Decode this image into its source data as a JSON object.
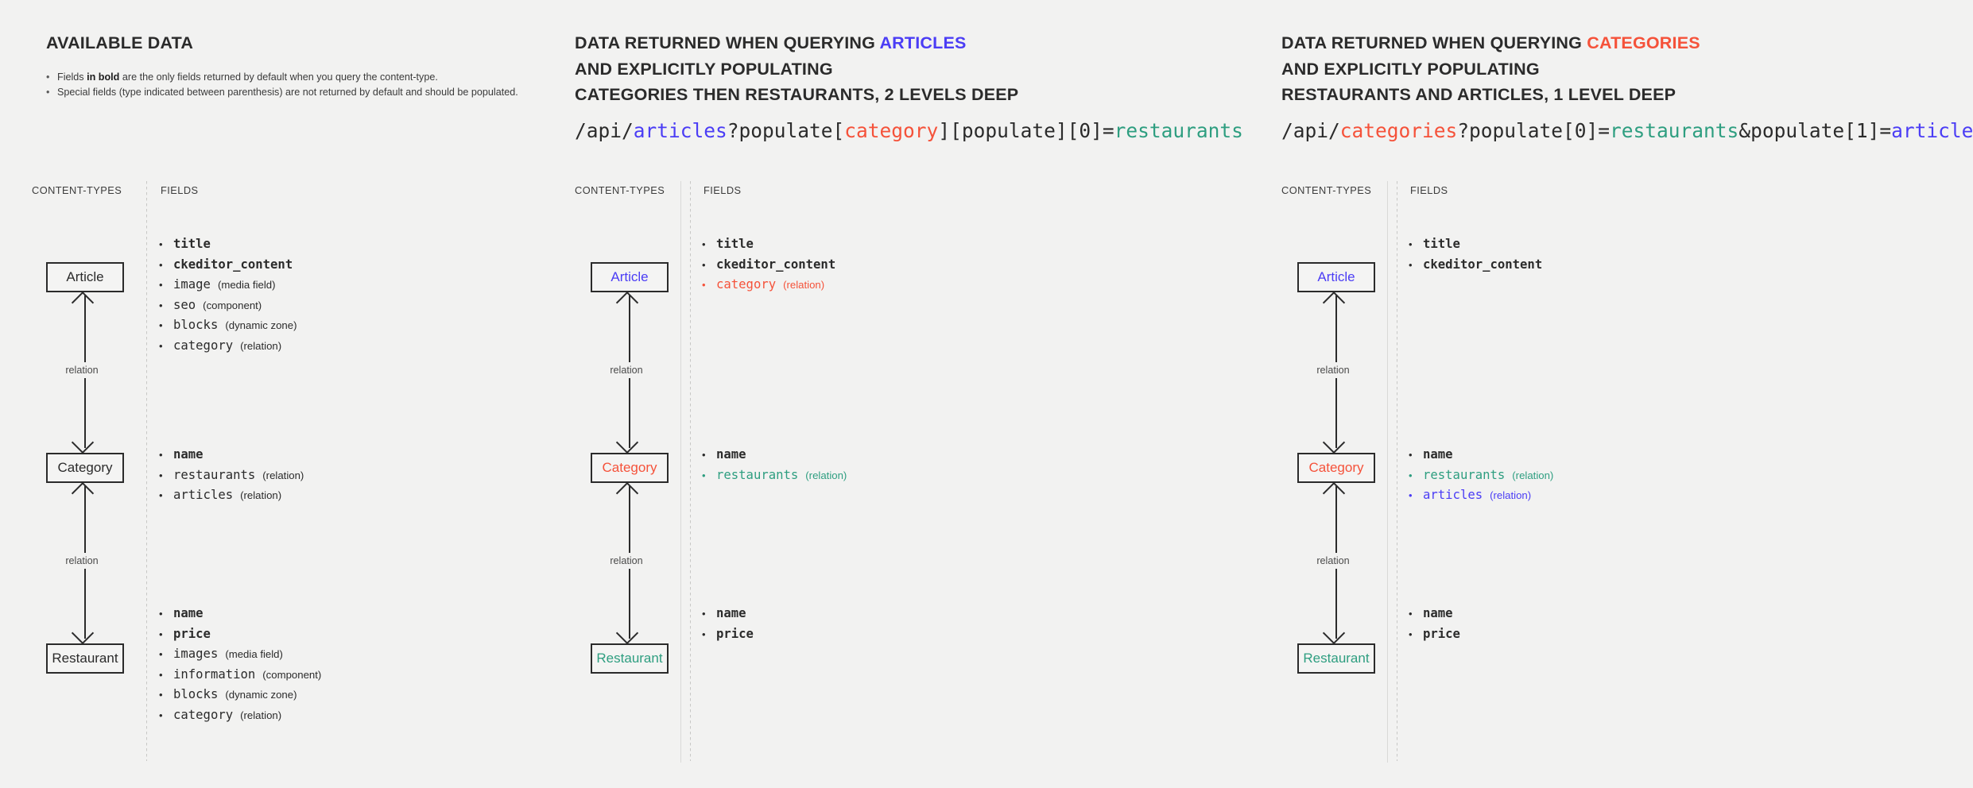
{
  "colors": {
    "blue": "#4b3df5",
    "red": "#f5523a",
    "teal": "#2e9e80",
    "dark": "#2b2b2b",
    "muted": "#4a4a4a",
    "background": "#f2f2f1"
  },
  "panels": [
    {
      "id": "available-data",
      "title_parts": [
        {
          "text": "AVAILABLE DATA",
          "color": "dark"
        }
      ],
      "bullets": [
        [
          {
            "text": "Fields "
          },
          {
            "text": "in bold",
            "bold": true
          },
          {
            "text": " are the only fields returned by default when you query the content-type."
          }
        ],
        [
          {
            "text": "Special fields (type indicated between parenthesis) are not returned by default and should be populated."
          }
        ]
      ],
      "url_parts": [],
      "column_headers": {
        "content_types": "CONTENT-TYPES",
        "fields": "FIELDS"
      },
      "entities": [
        {
          "label": "Article",
          "color": "dark"
        },
        {
          "label": "Category",
          "color": "dark"
        },
        {
          "label": "Restaurant",
          "color": "dark"
        }
      ],
      "relations": [
        {
          "label": "relation"
        },
        {
          "label": "relation"
        }
      ],
      "field_groups": [
        {
          "entity": "Article",
          "fields": [
            {
              "name": "title",
              "type": "",
              "bold": true,
              "color": "dark"
            },
            {
              "name": "ckeditor_content",
              "type": "",
              "bold": true,
              "color": "dark"
            },
            {
              "name": "image",
              "type": "(media field)",
              "bold": false,
              "color": "dark"
            },
            {
              "name": "seo",
              "type": "(component)",
              "bold": false,
              "color": "dark"
            },
            {
              "name": "blocks",
              "type": "(dynamic zone)",
              "bold": false,
              "color": "dark"
            },
            {
              "name": "category",
              "type": "(relation)",
              "bold": false,
              "color": "dark"
            }
          ]
        },
        {
          "entity": "Category",
          "fields": [
            {
              "name": "name",
              "type": "",
              "bold": true,
              "color": "dark"
            },
            {
              "name": "restaurants",
              "type": "(relation)",
              "bold": false,
              "color": "dark"
            },
            {
              "name": "articles",
              "type": "(relation)",
              "bold": false,
              "color": "dark"
            }
          ]
        },
        {
          "entity": "Restaurant",
          "fields": [
            {
              "name": "name",
              "type": "",
              "bold": true,
              "color": "dark"
            },
            {
              "name": "price",
              "type": "",
              "bold": true,
              "color": "dark"
            },
            {
              "name": "images",
              "type": "(media field)",
              "bold": false,
              "color": "dark"
            },
            {
              "name": "information",
              "type": "(component)",
              "bold": false,
              "color": "dark"
            },
            {
              "name": "blocks",
              "type": "(dynamic zone)",
              "bold": false,
              "color": "dark"
            },
            {
              "name": "category",
              "type": "(relation)",
              "bold": false,
              "color": "dark"
            }
          ]
        }
      ]
    },
    {
      "id": "query-articles",
      "title_parts": [
        {
          "text": "DATA RETURNED WHEN QUERYING ",
          "color": "dark"
        },
        {
          "text": "ARTICLES",
          "color": "blue"
        },
        {
          "text": "\nAND EXPLICITLY POPULATING\nCATEGORIES THEN RESTAURANTS, 2 LEVELS DEEP",
          "color": "dark"
        }
      ],
      "bullets": [],
      "url_parts": [
        {
          "text": "/api/",
          "color": "dark"
        },
        {
          "text": "articles",
          "color": "blue"
        },
        {
          "text": "?populate[",
          "color": "dark"
        },
        {
          "text": "category",
          "color": "red"
        },
        {
          "text": "][populate][0]=",
          "color": "dark"
        },
        {
          "text": "restaurants",
          "color": "teal"
        }
      ],
      "column_headers": {
        "content_types": "CONTENT-TYPES",
        "fields": "FIELDS"
      },
      "entities": [
        {
          "label": "Article",
          "color": "blue"
        },
        {
          "label": "Category",
          "color": "red"
        },
        {
          "label": "Restaurant",
          "color": "teal"
        }
      ],
      "relations": [
        {
          "label": "relation"
        },
        {
          "label": "relation"
        }
      ],
      "field_groups": [
        {
          "entity": "Article",
          "fields": [
            {
              "name": "title",
              "type": "",
              "bold": true,
              "color": "dark"
            },
            {
              "name": "ckeditor_content",
              "type": "",
              "bold": true,
              "color": "dark"
            },
            {
              "name": "category",
              "type": "(relation)",
              "bold": false,
              "color": "red"
            }
          ]
        },
        {
          "entity": "Category",
          "fields": [
            {
              "name": "name",
              "type": "",
              "bold": true,
              "color": "dark"
            },
            {
              "name": "restaurants",
              "type": "(relation)",
              "bold": false,
              "color": "teal"
            }
          ]
        },
        {
          "entity": "Restaurant",
          "fields": [
            {
              "name": "name",
              "type": "",
              "bold": true,
              "color": "dark"
            },
            {
              "name": "price",
              "type": "",
              "bold": true,
              "color": "dark"
            }
          ]
        }
      ]
    },
    {
      "id": "query-categories",
      "title_parts": [
        {
          "text": "DATA RETURNED WHEN QUERYING ",
          "color": "dark"
        },
        {
          "text": "CATEGORIES",
          "color": "red"
        },
        {
          "text": "\nAND EXPLICITLY POPULATING\nRESTAURANTS AND ARTICLES, 1 LEVEL DEEP",
          "color": "dark"
        }
      ],
      "bullets": [],
      "url_parts": [
        {
          "text": "/api/",
          "color": "dark"
        },
        {
          "text": "categories",
          "color": "red"
        },
        {
          "text": "?populate[0]=",
          "color": "dark"
        },
        {
          "text": "restaurants",
          "color": "teal"
        },
        {
          "text": "&populate[1]=",
          "color": "dark"
        },
        {
          "text": "articles",
          "color": "blue"
        }
      ],
      "column_headers": {
        "content_types": "CONTENT-TYPES",
        "fields": "FIELDS"
      },
      "entities": [
        {
          "label": "Article",
          "color": "blue"
        },
        {
          "label": "Category",
          "color": "red"
        },
        {
          "label": "Restaurant",
          "color": "teal"
        }
      ],
      "relations": [
        {
          "label": "relation"
        },
        {
          "label": "relation"
        }
      ],
      "field_groups": [
        {
          "entity": "Article",
          "fields": [
            {
              "name": "title",
              "type": "",
              "bold": true,
              "color": "dark"
            },
            {
              "name": "ckeditor_content",
              "type": "",
              "bold": true,
              "color": "dark"
            }
          ]
        },
        {
          "entity": "Category",
          "fields": [
            {
              "name": "name",
              "type": "",
              "bold": true,
              "color": "dark"
            },
            {
              "name": "restaurants",
              "type": "(relation)",
              "bold": false,
              "color": "teal"
            },
            {
              "name": "articles",
              "type": "(relation)",
              "bold": false,
              "color": "blue"
            }
          ]
        },
        {
          "entity": "Restaurant",
          "fields": [
            {
              "name": "name",
              "type": "",
              "bold": true,
              "color": "dark"
            },
            {
              "name": "price",
              "type": "",
              "bold": true,
              "color": "dark"
            }
          ]
        }
      ]
    }
  ],
  "layout": {
    "entity_tops": [
      330,
      570,
      810
    ],
    "field_group_tops": [
      295,
      560,
      760
    ],
    "relation_tops": [
      372,
      612
    ],
    "relation_height": 192
  }
}
